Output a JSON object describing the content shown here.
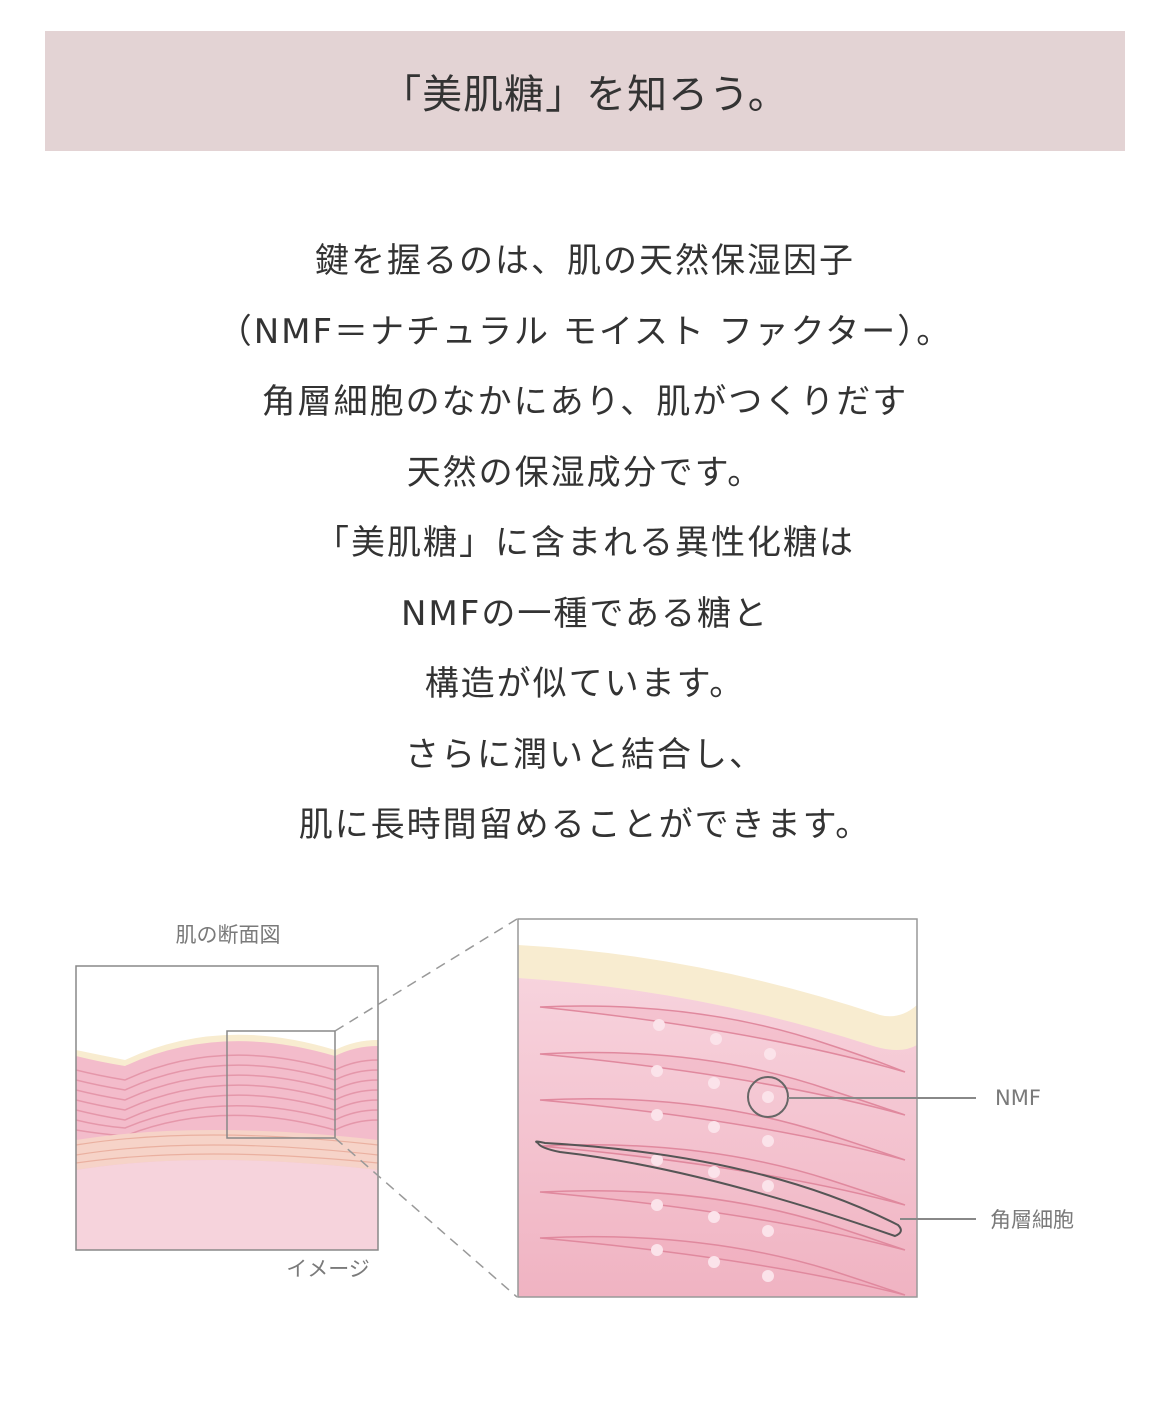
{
  "header": {
    "title": "「美肌糖」を知ろう。"
  },
  "body": {
    "lines": [
      "鍵を握るのは、肌の天然保湿因子",
      "（NMF＝ナチュラル モイスト ファクター）。",
      "角層細胞のなかにあり、肌がつくりだす",
      "天然の保湿成分です。",
      "「美肌糖」に含まれる異性化糖は",
      "NMFの一種である糖と",
      "構造が似ています。",
      "さらに潤いと結合し、",
      "肌に長時間留めることができます。"
    ]
  },
  "diagram": {
    "left_title": "肌の断面図",
    "left_caption": "イメージ",
    "label_nmf": "NMF",
    "label_cell": "角層細胞",
    "colors": {
      "skin": "#f2b8c6",
      "surface": "#f8ecd0",
      "line": "#888888"
    }
  }
}
